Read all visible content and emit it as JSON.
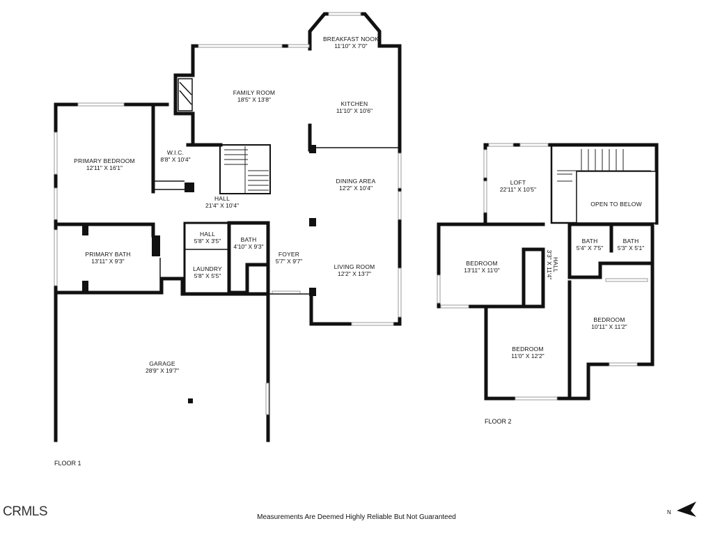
{
  "rooms": {
    "breakfast_nook": {
      "name": "BREAKFAST NOOK",
      "dim": "11'10\" X 7'0\""
    },
    "family_room": {
      "name": "FAMILY ROOM",
      "dim": "18'5\" X 13'8\""
    },
    "kitchen": {
      "name": "KITCHEN",
      "dim": "11'10\" X 10'6\""
    },
    "primary_bedroom": {
      "name": "PRIMARY BEDROOM",
      "dim": "12'11\" X 16'1\""
    },
    "wic": {
      "name": "W.I.C.",
      "dim": "8'8\" X 10'4\""
    },
    "hall_main": {
      "name": "HALL",
      "dim": "21'4\" X 10'4\""
    },
    "dining_area": {
      "name": "DINING AREA",
      "dim": "12'2\" X 10'4\""
    },
    "primary_bath": {
      "name": "PRIMARY BATH",
      "dim": "13'11\" X 9'3\""
    },
    "hall_small": {
      "name": "HALL",
      "dim": "5'8\" X 3'5\""
    },
    "bath_1": {
      "name": "BATH",
      "dim": "4'10\" X 9'3\""
    },
    "foyer": {
      "name": "FOYER",
      "dim": "5'7\" X 9'7\""
    },
    "laundry": {
      "name": "LAUNDRY",
      "dim": "5'8\" X 5'5\""
    },
    "living_room": {
      "name": "LIVING ROOM",
      "dim": "12'2\" X 13'7\""
    },
    "garage": {
      "name": "GARAGE",
      "dim": "28'9\" X 19'7\""
    },
    "loft": {
      "name": "LOFT",
      "dim": "22'11\" X 10'5\""
    },
    "open_to_below": {
      "name": "OPEN TO BELOW"
    },
    "bath_2": {
      "name": "BATH",
      "dim": "5'4\" X 7'5\""
    },
    "bath_3": {
      "name": "BATH",
      "dim": "5'3\" X 5'1\""
    },
    "bedroom_1": {
      "name": "BEDROOM",
      "dim": "13'11\" X 11'0\""
    },
    "hall_upper": {
      "name": "HALL",
      "dim": "3'3\" X 11'4\""
    },
    "bedroom_2": {
      "name": "BEDROOM",
      "dim": "10'11\" X 11'2\""
    },
    "bedroom_3": {
      "name": "BEDROOM",
      "dim": "11'0\" X 12'2\""
    }
  },
  "labels": {
    "floor_1": "FLOOR 1",
    "floor_2": "FLOOR 2",
    "disclaimer": "Measurements Are Deemed Highly Reliable But Not Guaranteed",
    "logo": "CRMLS",
    "north": "N"
  },
  "icons": {
    "north_arrow": "north-arrow-icon",
    "logo": "crmls-logo"
  },
  "colors": {
    "wall": "#111111",
    "window": "#999999",
    "background": "#ffffff"
  }
}
